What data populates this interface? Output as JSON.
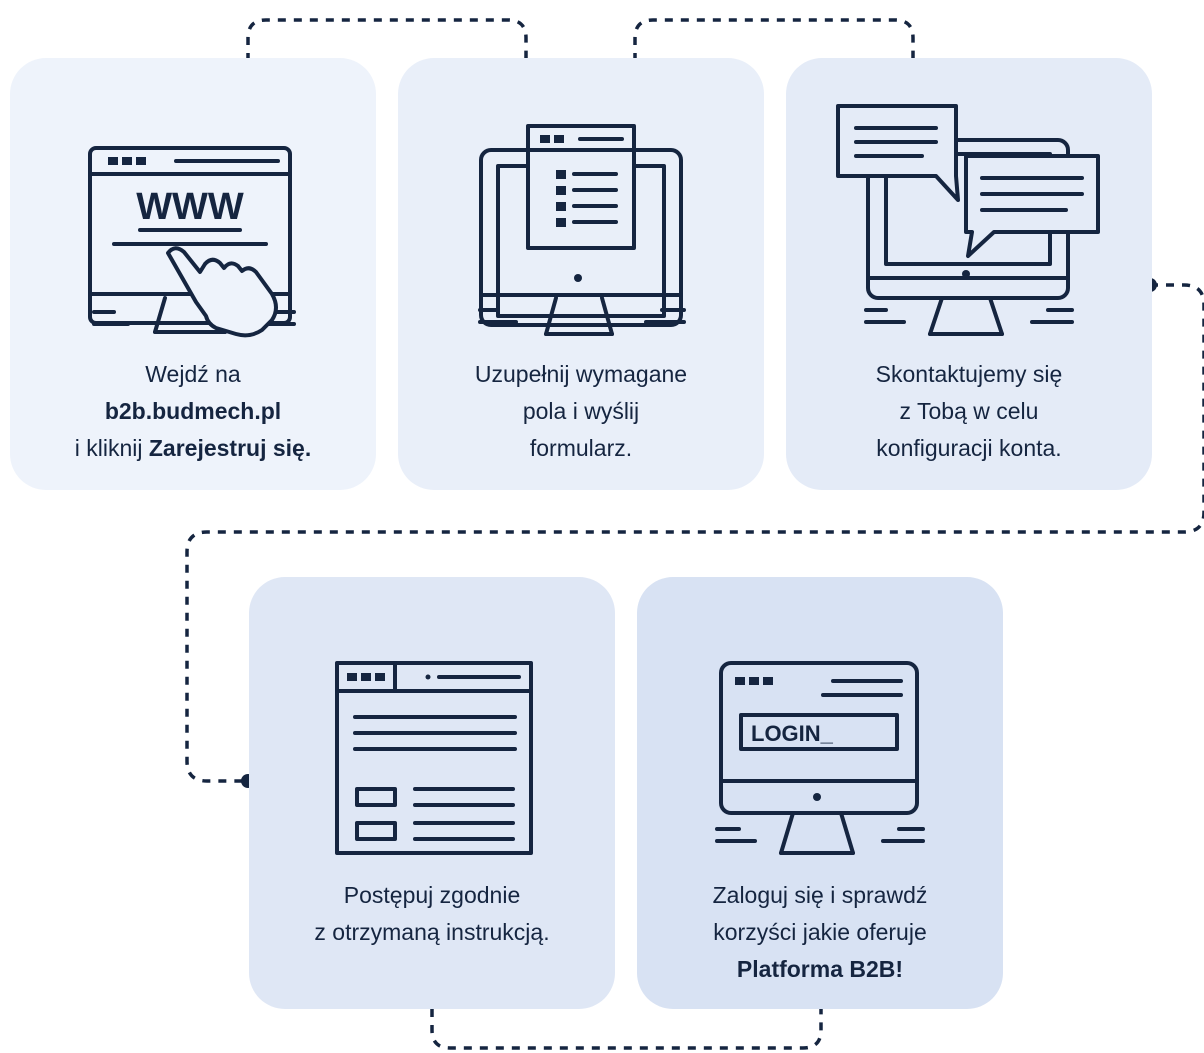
{
  "steps": [
    {
      "id": 1,
      "lines": [
        {
          "text": "Wejdź na"
        },
        {
          "bold": "b2b.budmech.pl"
        },
        {
          "text": "i kliknij ",
          "bold": "Zarejestruj się."
        }
      ],
      "icon": "browser-www-click-icon",
      "icon_text": "WWW"
    },
    {
      "id": 2,
      "lines": [
        {
          "text": "Uzupełnij wymagane"
        },
        {
          "text": "pola i wyślij"
        },
        {
          "text": "formularz."
        }
      ],
      "icon": "monitor-form-icon"
    },
    {
      "id": 3,
      "lines": [
        {
          "text": "Skontaktujemy się"
        },
        {
          "text": "z Tobą w celu"
        },
        {
          "text": "konfiguracji konta."
        }
      ],
      "icon": "monitor-chat-bubbles-icon"
    },
    {
      "id": 4,
      "lines": [
        {
          "text": "Postępuj zgodnie"
        },
        {
          "text": "z otrzymaną instrukcją."
        }
      ],
      "icon": "document-window-icon"
    },
    {
      "id": 5,
      "lines": [
        {
          "text": "Zaloguj się i sprawdź"
        },
        {
          "text": "korzyści jakie oferuje"
        },
        {
          "bold": "Platforma B2B!"
        }
      ],
      "icon": "monitor-login-icon",
      "icon_text": "LOGIN_"
    }
  ],
  "colors": {
    "ink": "#152540",
    "card_1": "#eef3fb",
    "card_2": "#e9eff9",
    "card_3": "#e4ebf7",
    "card_4": "#dfe7f5",
    "card_5": "#d8e2f3"
  }
}
